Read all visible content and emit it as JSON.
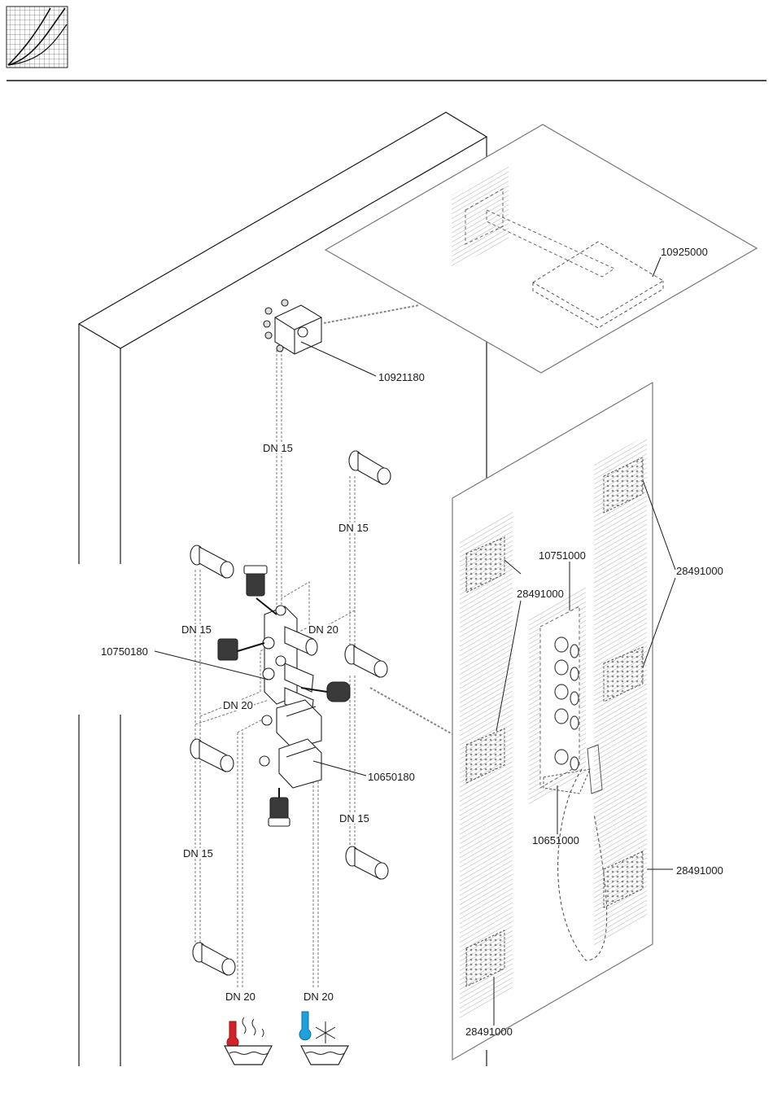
{
  "part_numbers": {
    "rain_head": "10925000",
    "basic_set_top": "10921180",
    "basic_set_middle": "10750180",
    "thermostat_basic": "10650180",
    "control_module": "10751000",
    "handshower_module": "10651000",
    "body_jet": "28491000"
  },
  "pipe_sizes": {
    "dn15": "DN 15",
    "dn20": "DN 20"
  },
  "supply": {
    "hot_icon": "thermometer-hot-icon",
    "cold_icon": "thermometer-cold-snowflake-icon",
    "hot_color": "#d42027",
    "cold_color": "#1ea0dc"
  },
  "colors": {
    "line": "#1a1a1a",
    "dashed": "#555555",
    "hatch": "#9a9a9a",
    "part_dark": "#2b2b2b"
  }
}
